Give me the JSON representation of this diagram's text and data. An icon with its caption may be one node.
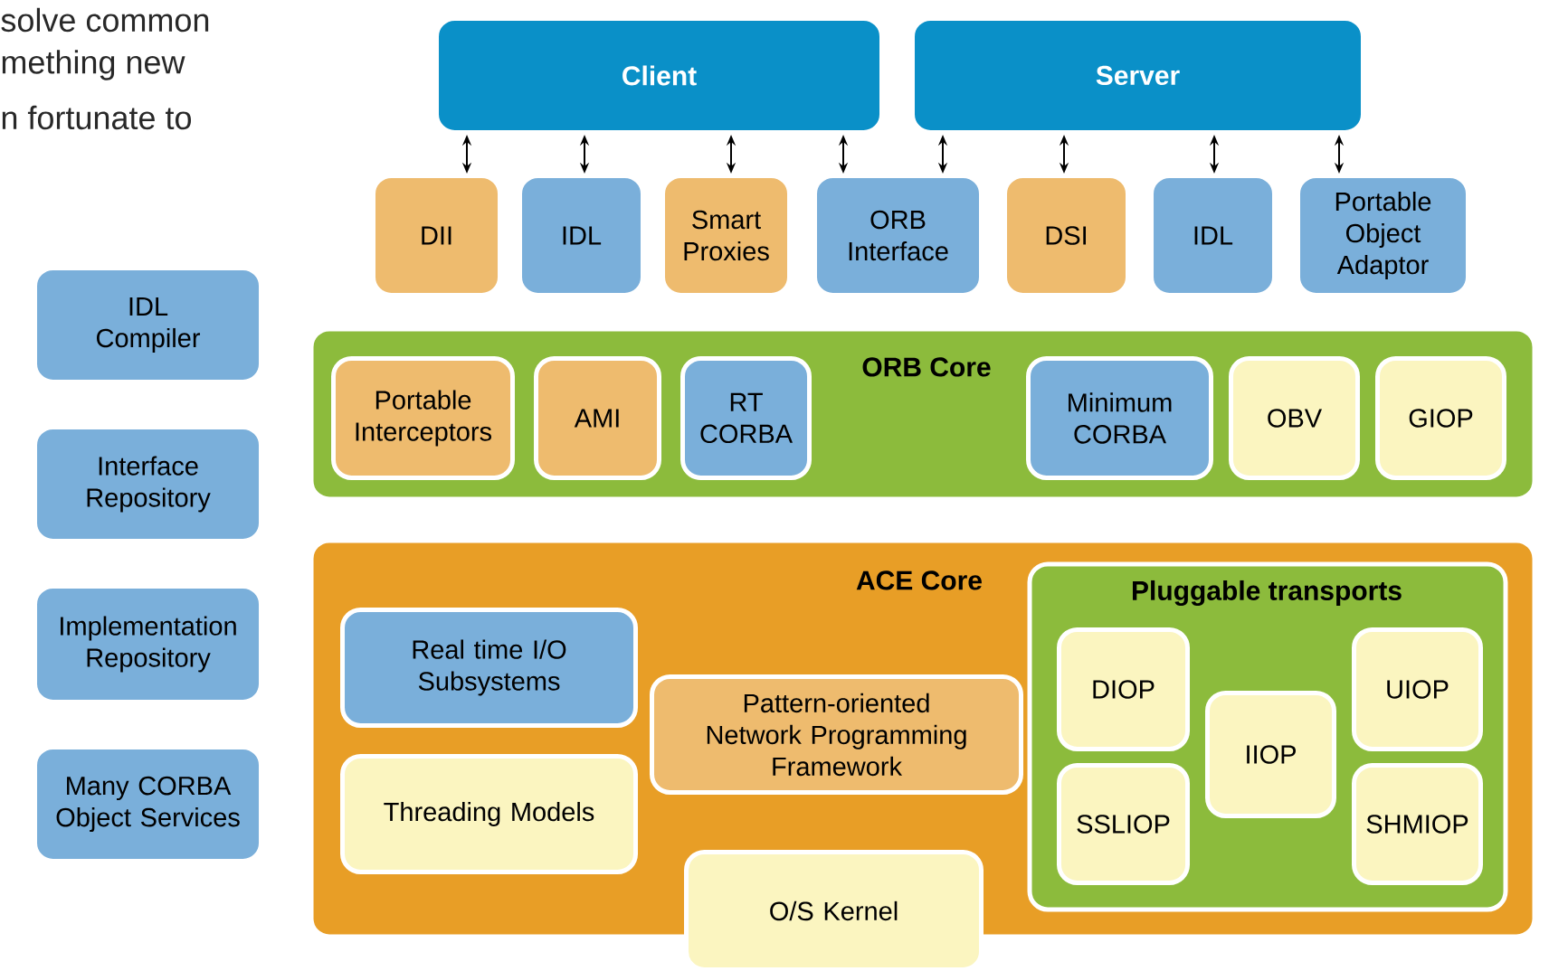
{
  "diagram": {
    "nodes": [
      {
        "text": [
          "Client"
        ]
      },
      {
        "text": [
          "Server"
        ]
      },
      {
        "text": [
          "DII"
        ]
      },
      {
        "text": [
          "IDL"
        ]
      },
      {
        "text": [
          "Smart Proxies"
        ]
      },
      {
        "text": [
          "ORB Interface"
        ]
      },
      {
        "text": [
          "DSI"
        ]
      },
      {
        "text": [
          "IDL"
        ]
      },
      {
        "text": [
          "Portable Object Adaptor"
        ]
      },
      {
        "text": [
          "ORB Core"
        ]
      },
      {
        "text": [
          "Portable Interceptors"
        ],
        "in": 9
      },
      {
        "text": [
          "AMI"
        ],
        "in": 9
      },
      {
        "text": [
          "RT CORBA"
        ],
        "in": 9
      },
      {
        "text": [
          "Minimum CORBA"
        ],
        "in": 9
      },
      {
        "text": [
          "OBV"
        ],
        "in": 9
      },
      {
        "text": [
          "GIOP"
        ],
        "in": 9
      },
      {
        "text": [
          "ACE Core"
        ]
      },
      {
        "text": [
          "Real time I/O Subsystems"
        ],
        "in": 16
      },
      {
        "text": [
          "Pattern-oriented Network Programming Framework"
        ],
        "in": 16
      },
      {
        "text": [
          "Threading Models"
        ],
        "in": 16
      },
      {
        "text": [
          "O/S Kernel"
        ]
      },
      {
        "text": [
          "Pluggable transports"
        ],
        "in": 16
      },
      {
        "text": [
          "DIOP"
        ],
        "in": 21
      },
      {
        "text": [
          "UIOP"
        ],
        "in": 21
      },
      {
        "text": [
          "IIOP"
        ],
        "in": 21
      },
      {
        "text": [
          "SSLIOP"
        ],
        "in": 21
      },
      {
        "text": [
          "SHMIOP"
        ],
        "in": 21
      },
      {
        "text": [
          "IDL Compiler"
        ]
      },
      {
        "text": [
          "Interface Repository"
        ]
      },
      {
        "text": [
          "Implementation Repository"
        ]
      },
      {
        "text": [
          "Many CORBA Object Services"
        ]
      }
    ],
    "edges": [
      {
        "from": 0,
        "to": 2,
        "arrow": "both"
      },
      {
        "from": 0,
        "to": 3,
        "arrow": "both"
      },
      {
        "from": 0,
        "to": 4,
        "arrow": "both"
      },
      {
        "from": 0,
        "to": 5,
        "arrow": "both"
      },
      {
        "from": 1,
        "to": 5,
        "arrow": "both"
      },
      {
        "from": 1,
        "to": 6,
        "arrow": "both"
      },
      {
        "from": 1,
        "to": 7,
        "arrow": "both"
      },
      {
        "from": 1,
        "to": 8,
        "arrow": "both"
      }
    ],
    "labels": [
      "solve common",
      "mething new",
      "n fortunate to"
    ]
  }
}
